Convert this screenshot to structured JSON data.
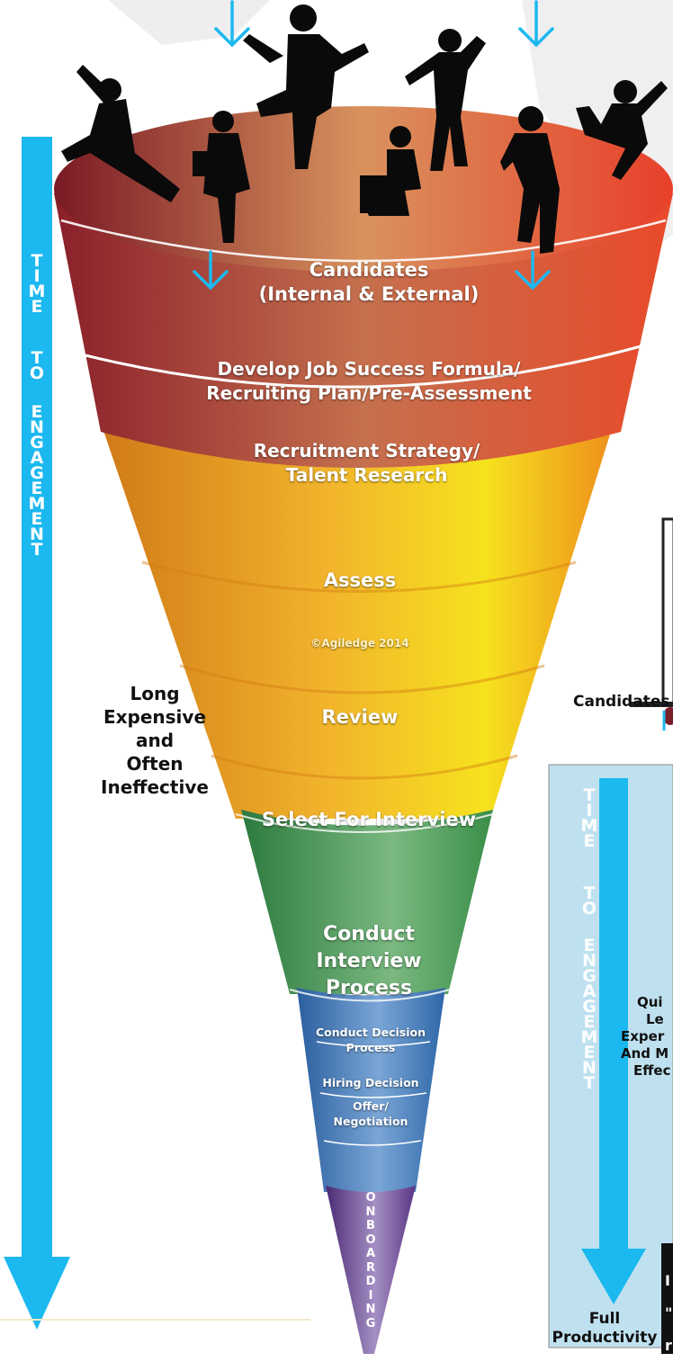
{
  "funnel": {
    "candidates_line1": "Candidates",
    "candidates_line2": "(Internal & External)",
    "develop_line1": "Develop Job Success Formula/",
    "develop_line2": "Recruiting Plan/Pre-Assessment",
    "strategy_line1": "Recruitment Strategy/",
    "strategy_line2": "Talent Research",
    "assess": "Assess",
    "copyright": "©Agiledge 2014",
    "review": "Review",
    "select": "Select For Interview",
    "conduct_line1": "Conduct",
    "conduct_line2": "Interview",
    "conduct_line3": "Process",
    "decision_line1": "Conduct Decision",
    "decision_line2": "Process",
    "hiring": "Hiring Decision",
    "offer_line1": "Offer/",
    "offer_line2": "Negotiation",
    "onboarding": [
      "O",
      "N",
      "B",
      "O",
      "A",
      "R",
      "D",
      "I",
      "N",
      "G"
    ]
  },
  "left_arrow": {
    "letters1": [
      "T",
      "I",
      "M",
      "E"
    ],
    "letters2": [
      "T",
      "O"
    ],
    "letters3": [
      "E",
      "N",
      "G",
      "A",
      "G",
      "E",
      "M",
      "E",
      "N",
      "T"
    ]
  },
  "side_note": {
    "line1": "Long",
    "line2": "Expensive",
    "line3": "and",
    "line4": "Often",
    "line5": "Ineffective"
  },
  "right_panel": {
    "candidates": "Candidates",
    "letters1": [
      "T",
      "I",
      "M",
      "E"
    ],
    "letters2": [
      "T",
      "O"
    ],
    "letters3": [
      "E",
      "N",
      "G",
      "A",
      "G",
      "E",
      "M",
      "E",
      "N",
      "T"
    ],
    "quick_line1": "Qui",
    "quick_line2": "Le",
    "quick_line3": "Exper",
    "quick_line4": "And M",
    "quick_line5": "Effec",
    "full_line1": "Full",
    "full_line2": "Productivity",
    "dark_box_line1": "I",
    "dark_box_line2": "\"",
    "dark_box_line3": "r"
  },
  "colors": {
    "arrow_blue": "#1cb8f0",
    "funnel_red": "#c8453a",
    "funnel_orange": "#f0a020",
    "funnel_green": "#3f9a52",
    "funnel_blue": "#3a78b8",
    "funnel_purple": "#6a3f8f",
    "panel_bg": "#bfe1ef"
  }
}
